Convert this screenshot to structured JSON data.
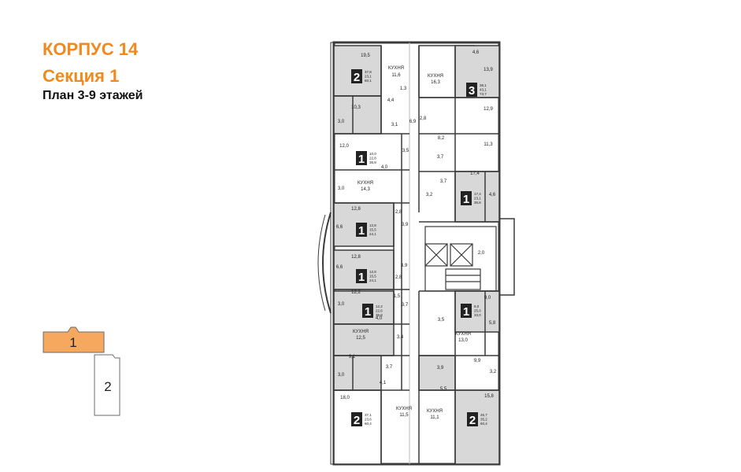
{
  "header": {
    "building": "КОРПУС 14",
    "section": "Секция 1",
    "floors": "План 3-9 этажей"
  },
  "section_selector": [
    {
      "label": "1",
      "selected": true
    },
    {
      "label": "2",
      "selected": false
    }
  ],
  "colors": {
    "accent": "#f08a1e",
    "selected_section": "#f6a85f",
    "apartment_fill": "#d8d8d8",
    "wall": "#3a3a3a"
  },
  "units": [
    {
      "rooms": "2",
      "areas": [
        "37,8",
        "23,1",
        "60,1"
      ]
    },
    {
      "rooms": "3",
      "areas": [
        "38,1",
        "43,1",
        "73,7"
      ]
    },
    {
      "rooms": "1",
      "areas": [
        "10,0",
        "22,8",
        "36,8"
      ]
    },
    {
      "rooms": "1",
      "areas": [
        "17,4",
        "23,1",
        "36,8"
      ]
    },
    {
      "rooms": "1",
      "areas": [
        "12,8",
        "15,5",
        "24,1"
      ]
    },
    {
      "rooms": "1",
      "areas": [
        "12,8",
        "15,5",
        "24,1"
      ]
    },
    {
      "rooms": "1",
      "areas": [
        "12,2",
        "22,6",
        "36,8"
      ]
    },
    {
      "rooms": "1",
      "areas": [
        "9,0",
        "25,0",
        "33,0"
      ]
    },
    {
      "rooms": "2",
      "areas": [
        "37,1",
        "23,6",
        "60,4"
      ]
    },
    {
      "rooms": "2",
      "areas": [
        "25,7",
        "35,2",
        "60,4"
      ]
    }
  ],
  "room_labels": [
    "19,5",
    "КУХНЯ",
    "11,6",
    "КУХНЯ",
    "16,3",
    "4,6",
    "13,9",
    "1,3",
    "4,4",
    "10,3",
    "3,0",
    "3,1",
    "6,9",
    "12,9",
    "2,8",
    "8,2",
    "11,3",
    "12,0",
    "3,5",
    "3,7",
    "4,0",
    "17,4",
    "4,6",
    "КУХНЯ",
    "14,3",
    "3,0",
    "3,7",
    "3,2",
    "12,8",
    "2,8",
    "3,9",
    "6,6",
    "2,0",
    "12,8",
    "3,9",
    "6,6",
    "2,8",
    "12,2",
    "1,5",
    "9,0",
    "3,0",
    "3,7",
    "4,0",
    "3,5",
    "5,8",
    "КУХНЯ",
    "12,5",
    "3,4",
    "КУХНЯ",
    "13,0",
    "9,1",
    "3,7",
    "3,9",
    "9,9",
    "3,0",
    "3,2",
    "4,1",
    "5,5",
    "18,0",
    "КУХНЯ",
    "11,5",
    "КУХНЯ",
    "11,1",
    "15,8"
  ]
}
